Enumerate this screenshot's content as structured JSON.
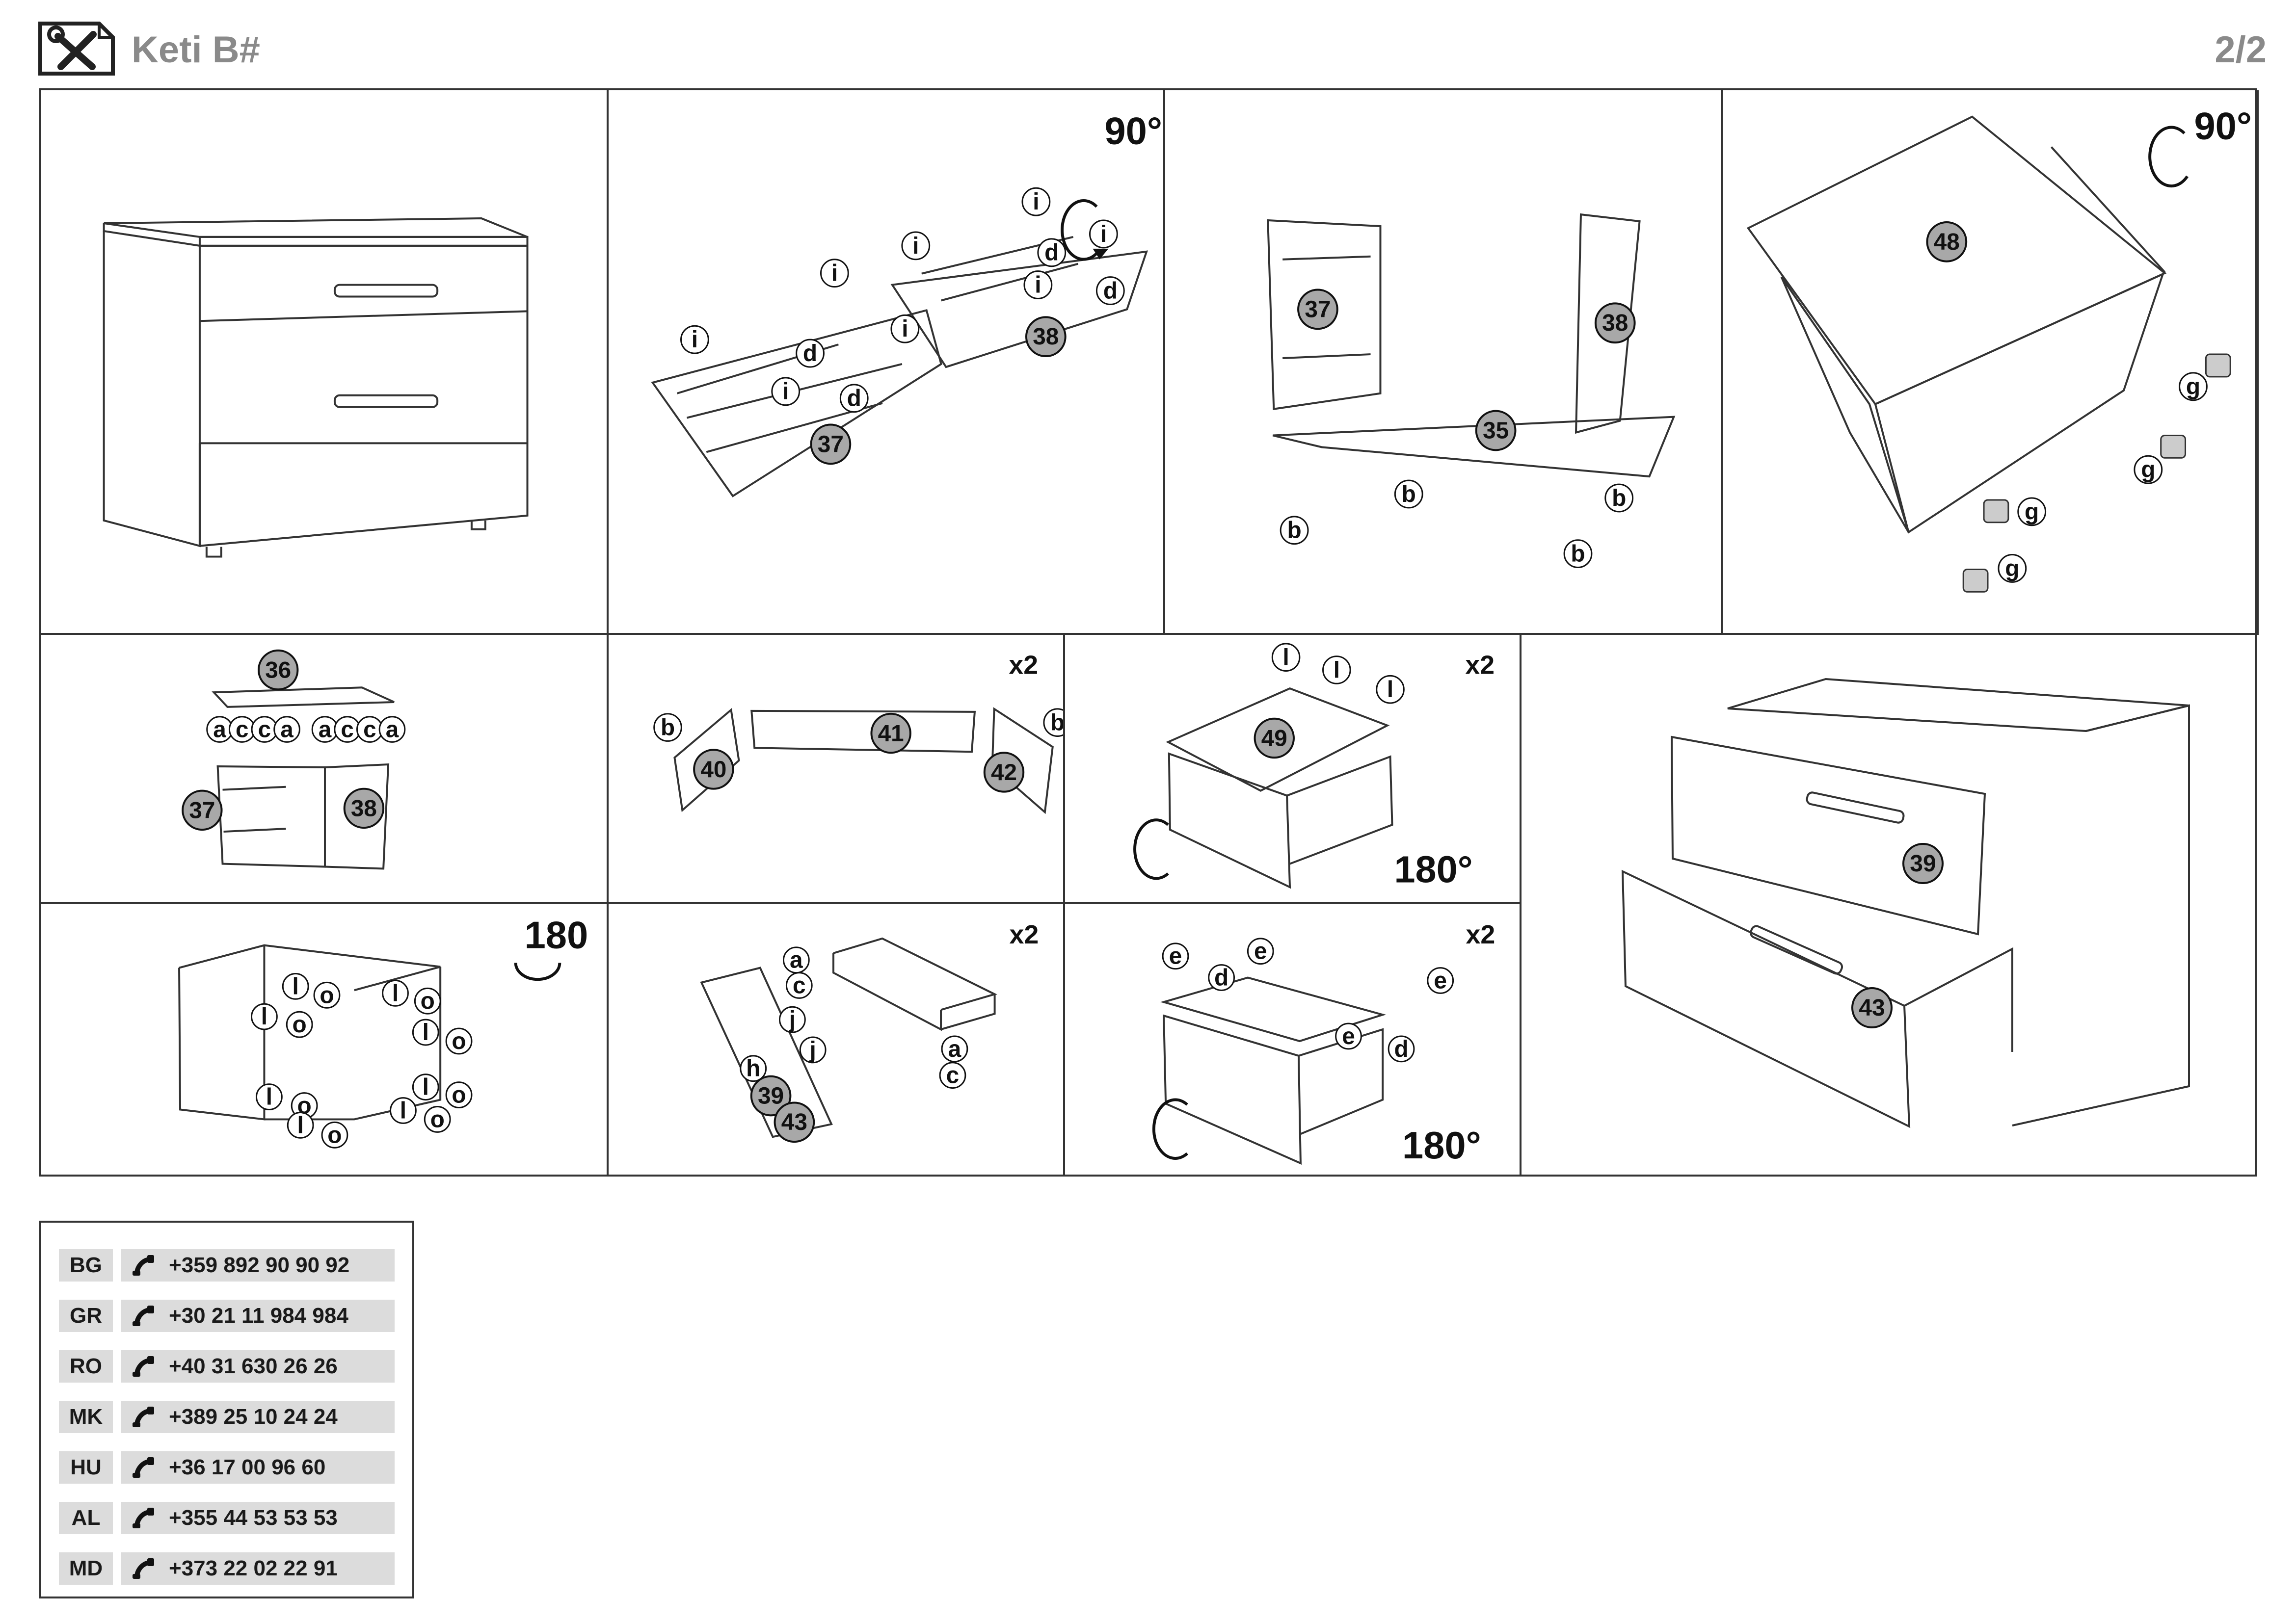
{
  "header": {
    "title": "Keti B#",
    "page": "2/2"
  },
  "panels": {
    "p2": {
      "rotation": "90°",
      "parts": [
        "37",
        "38"
      ],
      "labels": [
        "i",
        "d"
      ]
    },
    "p3": {
      "parts": [
        "37",
        "38",
        "35"
      ],
      "hardware": "b"
    },
    "p4": {
      "rotation": "90°",
      "parts": [
        "48"
      ],
      "hardware": "g"
    },
    "p5": {
      "parts": [
        "36",
        "37",
        "38"
      ],
      "hardware": [
        "a",
        "c",
        "c",
        "a",
        "a",
        "c",
        "c",
        "a"
      ]
    },
    "p6": {
      "mult": "x2",
      "parts": [
        "40",
        "41",
        "42"
      ],
      "hardware": "b"
    },
    "p7": {
      "mult": "x2",
      "rotation": "180°",
      "parts": [
        "49"
      ],
      "hardware": "l"
    },
    "p8": {
      "parts": [
        "39",
        "43"
      ]
    },
    "p9": {
      "rotation": "180",
      "hardware": [
        "l",
        "o"
      ]
    },
    "p10": {
      "mult": "x2",
      "parts": [
        "39",
        "43"
      ],
      "hardware": [
        "a",
        "c",
        "j",
        "h"
      ]
    },
    "p11": {
      "mult": "x2",
      "rotation": "180°",
      "hardware": [
        "e",
        "d"
      ]
    }
  },
  "contacts": [
    {
      "code": "BG",
      "phone": "+359 892 90 90 92"
    },
    {
      "code": "GR",
      "phone": "+30 21 11 984 984"
    },
    {
      "code": "RO",
      "phone": "+40 31 630 26 26"
    },
    {
      "code": "MK",
      "phone": "+389 25 10 24 24"
    },
    {
      "code": "HU",
      "phone": "+36 17 00 96 60"
    },
    {
      "code": "AL",
      "phone": "+355 44 53 53 53"
    },
    {
      "code": "MD",
      "phone": "+373 22 02 22 91"
    }
  ],
  "icons": {
    "logo": "tools-icon",
    "phone": "phone-handset-icon"
  },
  "colors": {
    "part_badge": "#a8a8a8",
    "line": "#333333",
    "header_text": "#8a8a8a",
    "contact_bg": "#dcdcdc"
  }
}
